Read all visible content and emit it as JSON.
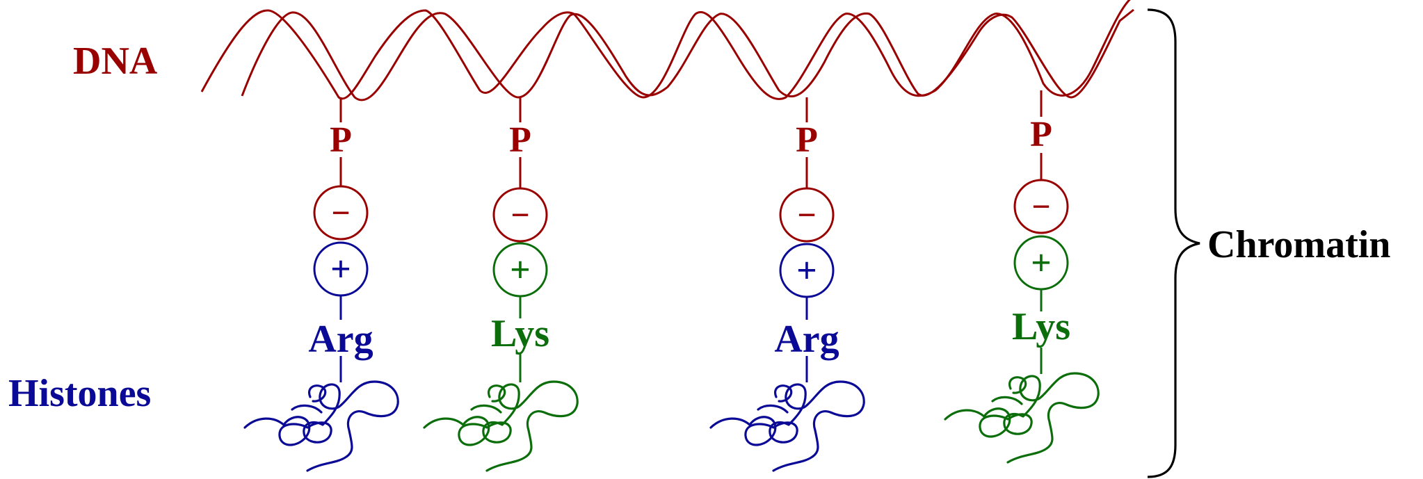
{
  "labels": {
    "dna": "DNA",
    "histones": "Histones",
    "chromatin": "Chromatin"
  },
  "colors": {
    "dna": "#990000",
    "arg": "#0a0a96",
    "lys": "#0b6e0b",
    "bracket": "#000000"
  },
  "linkages": [
    {
      "phosphate": "P",
      "negative": "−",
      "positive": "+",
      "residue": "Arg",
      "residue_color": "arg"
    },
    {
      "phosphate": "P",
      "negative": "−",
      "positive": "+",
      "residue": "Lys",
      "residue_color": "lys"
    },
    {
      "phosphate": "P",
      "negative": "−",
      "positive": "+",
      "residue": "Arg",
      "residue_color": "arg"
    },
    {
      "phosphate": "P",
      "negative": "−",
      "positive": "+",
      "residue": "Lys",
      "residue_color": "lys"
    }
  ]
}
